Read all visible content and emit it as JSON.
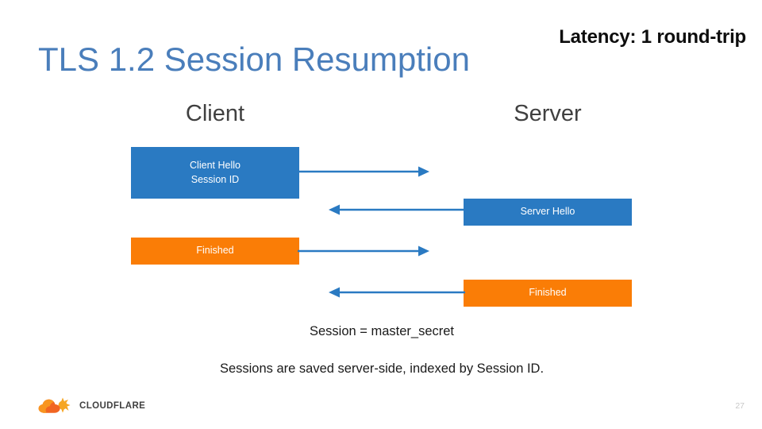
{
  "slide": {
    "title": "TLS 1.2 Session Resumption",
    "latency_note": "Latency: 1 round-trip",
    "page_number": "27",
    "colors": {
      "title_blue": "#4a7ebb",
      "box_blue": "#2a7ac2",
      "box_orange": "#fa7d06",
      "arrow_blue": "#2a7ac2",
      "heading_gray": "#404040",
      "page_number_gray": "#c8c8c8",
      "background": "#ffffff"
    }
  },
  "diagram": {
    "columns": [
      {
        "label": "Client"
      },
      {
        "label": "Server"
      }
    ],
    "messages": [
      {
        "id": "client-hello",
        "side": "client",
        "color": "blue",
        "lines": [
          "Client Hello",
          "Session ID"
        ],
        "line1": "Client Hello",
        "line2": "Session ID"
      },
      {
        "id": "server-hello",
        "side": "server",
        "color": "blue",
        "lines": [
          "Server Hello"
        ],
        "line1": "Server Hello"
      },
      {
        "id": "client-finished",
        "side": "client",
        "color": "orange",
        "lines": [
          "Finished"
        ],
        "line1": "Finished"
      },
      {
        "id": "server-finished",
        "side": "server",
        "color": "orange",
        "lines": [
          "Finished"
        ],
        "line1": "Finished"
      }
    ],
    "arrows": [
      {
        "id": "arrow-client-hello",
        "direction": "right"
      },
      {
        "id": "arrow-server-hello",
        "direction": "left"
      },
      {
        "id": "arrow-client-finished",
        "direction": "right"
      },
      {
        "id": "arrow-server-finished",
        "direction": "left"
      }
    ]
  },
  "captions": {
    "session": "Session = master_secret",
    "note": "Sessions are saved server-side, indexed by Session ID."
  },
  "footer": {
    "logo_text": "CLOUDFLARE"
  }
}
